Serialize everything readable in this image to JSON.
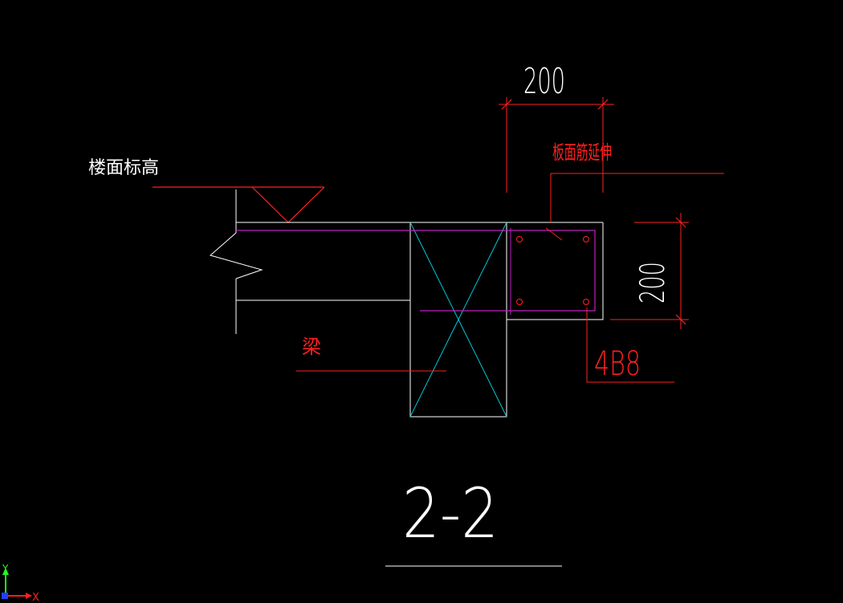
{
  "colors": {
    "background": "#000000",
    "white": "#ffffff",
    "red": "#ff2020",
    "cyan": "#00c8d8",
    "magenta": "#c020c0",
    "axis_x": "#ff2020",
    "axis_y": "#20ff20",
    "axis_origin": "#2040ff"
  },
  "labels": {
    "floor_elevation": "楼面标高",
    "slab_rebar_extension": "板面筋延伸",
    "beam": "梁",
    "dim_top": "200",
    "dim_right": "200",
    "rebar_spec": "4B8",
    "section_mark": "2-2"
  },
  "ucs": {
    "x_label": "X",
    "y_label": "Y"
  }
}
